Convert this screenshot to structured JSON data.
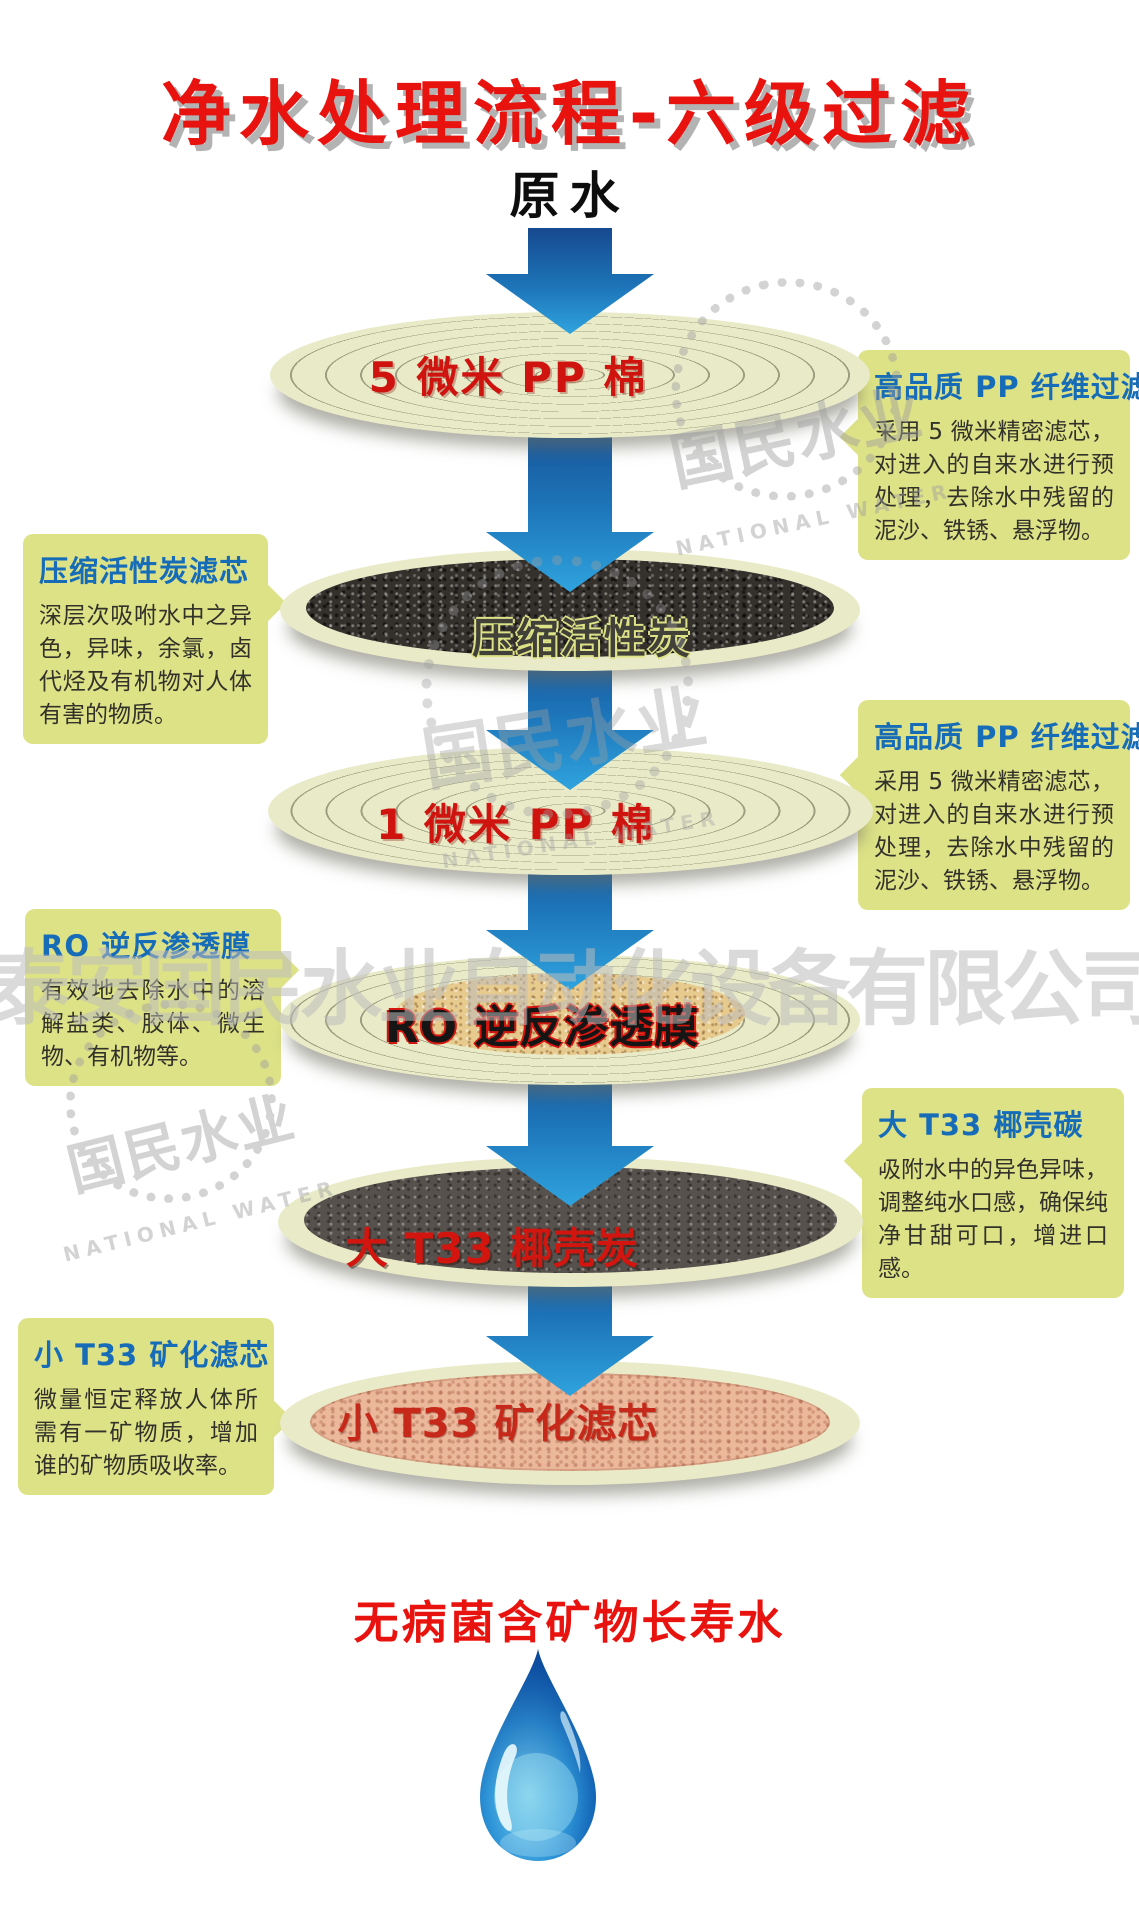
{
  "title": "净水处理流程-六级过滤",
  "source_label": "原水",
  "stages": [
    {
      "label": "5 微米 PP 棉",
      "type": "rings"
    },
    {
      "label": "压缩活性炭",
      "type": "dark-carbon"
    },
    {
      "label": "1 微米 PP 棉",
      "type": "rings"
    },
    {
      "label": "RO 逆反渗透膜",
      "type": "rings-sand"
    },
    {
      "label": "大 T33 椰壳炭",
      "type": "dark-gray"
    },
    {
      "label": "小 T33 矿化滤芯",
      "type": "pink-dots"
    }
  ],
  "callouts": [
    {
      "side": "right",
      "title": "高品质 PP 纤维过滤棉芯",
      "body": "采用 5 微米精密滤芯，对进入的自来水进行预处理，去除水中残留的泥沙、铁锈、悬浮物。"
    },
    {
      "side": "left",
      "title": "压缩活性炭滤芯",
      "body": "深层次吸咐水中之异色，异味，余氯，卤代烃及有机物对人体有害的物质。"
    },
    {
      "side": "right",
      "title": "高品质 PP 纤维过滤棉芯",
      "body": "采用 5 微米精密滤芯，对进入的自来水进行预处理，去除水中残留的泥沙、铁锈、悬浮物。"
    },
    {
      "side": "left",
      "title": "RO 逆反渗透膜",
      "body": "有效地去除水中的溶解盐类、胶体、微生物、有机物等。"
    },
    {
      "side": "right",
      "title": "大 T33 椰壳碳",
      "body": "吸附水中的异色异味，调整纯水口感，确保纯净甘甜可口，增进口感。"
    },
    {
      "side": "left",
      "title": "小 T33 矿化滤芯",
      "body": "微量恒定释放人体所需有一矿物质，增加谁的矿物质吸收率。"
    }
  ],
  "footer": {
    "result_label": "无病菌含矿物长寿水"
  },
  "watermark": {
    "company": "泰安国民水业自动化设备有限公司",
    "stamp_cn": "国民水业",
    "stamp_en": "NATIONAL WATER"
  },
  "colors": {
    "title_red": "#e8130e",
    "callout_bg": "#dde287",
    "callout_title_blue": "#176cb8",
    "arrow_blue_dark": "#17498f",
    "arrow_blue_light": "#2fa3de",
    "disk_cream": "#e9ebc8",
    "carbon_dark": "#34302c",
    "ro_sand": "#e6ca8e",
    "t33_gray": "#56514d",
    "mineral_pink": "#ebb89c",
    "drop_blue": "#1976c8",
    "watermark_gray": "#c6c6c6"
  }
}
